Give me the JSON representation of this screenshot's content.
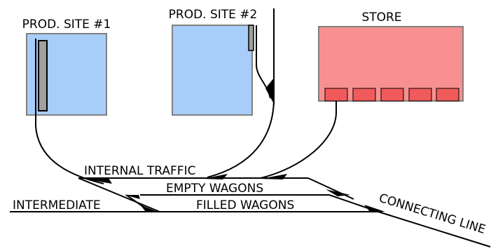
{
  "sites": {
    "site1_label": "PROD. SITE #1",
    "site2_label": "PROD. SITE #2",
    "store_label": "STORE"
  },
  "tracks": {
    "internal_traffic": "INTERNAL TRAFFIC",
    "empty_wagons": "EMPTY WAGONS",
    "filled_wagons": "FILLED WAGONS",
    "intermediate": "INTERMEDIATE",
    "connecting_line": "CONNECTING LINE"
  },
  "colors": {
    "site_fill": "#a8cdf8",
    "store_fill": "#f89090",
    "bay_fill": "#f05a5a",
    "siding_fill": "#a0a0a0",
    "outline": "#808080"
  }
}
